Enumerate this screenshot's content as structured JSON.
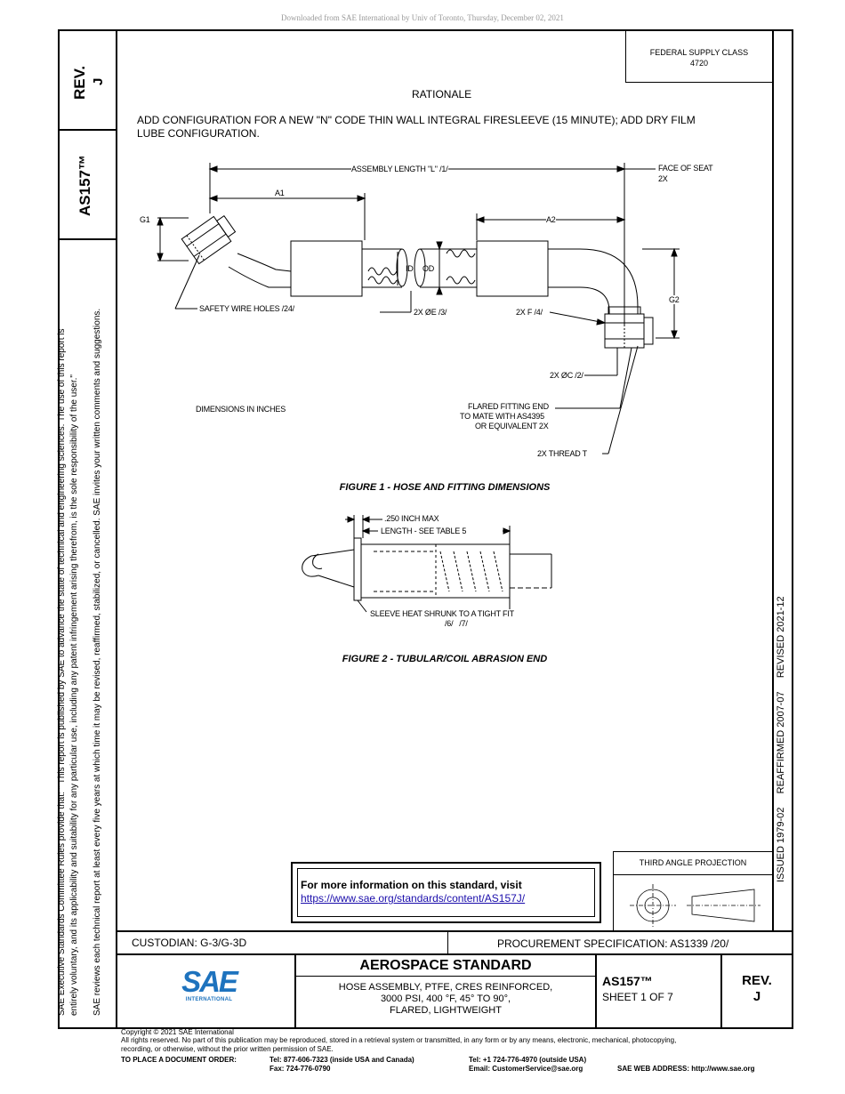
{
  "download_notice": "Downloaded from SAE International by Univ of Toronto, Thursday, December 02, 2021",
  "left_column": {
    "rev_label": "REV.",
    "rev_value": "J",
    "doc_number": "AS157™",
    "disclaimer_line1": "SAE Executive Standards Committee Rules provide that: \"  This report is published by SAE to advance the state of technical and engineering sciences. The use of this report is",
    "disclaimer_line2": "entirely voluntary, and its applicability and suitability for any particular use, including any patent infringement arising therefrom, is the sole responsibility of the user.\"",
    "disclaimer_line3": "SAE reviews each technical report at least every five years at which time it may be revised, reaffirmed, stabilized, or cancelled. SAE invites your written comments and suggestions."
  },
  "right_column": {
    "dates": "ISSUED 1979-02     REAFFIRMED 2007-07     REVISED 2021-12"
  },
  "federal_supply": {
    "line1": "FEDERAL SUPPLY CLASS",
    "line2": "4720"
  },
  "rationale": {
    "heading": "RATIONALE",
    "line1": "ADD CONFIGURATION FOR A NEW \"N\" CODE THIN WALL INTEGRAL FIRESLEEVE (15 MINUTE); ADD DRY FILM",
    "line2": "LUBE CONFIGURATION."
  },
  "figure1": {
    "assembly_length": "ASSEMBLY  LENGTH  \"L\"  /1/",
    "face_of_seat": "FACE OF SEAT",
    "face_of_seat_2x": "2X",
    "a1": "A1",
    "a2": "A2",
    "g1": "G1",
    "g2": "G2",
    "id": "ID",
    "od": "OD",
    "safety_wire": "SAFETY WIRE HOLES /24/",
    "dia_e": "2X ØE /3/",
    "f": "2X F /4/",
    "dia_c": "2X ØC /2/",
    "flared_1": "FLARED FITTING END",
    "flared_2": "TO MATE WITH AS4395",
    "flared_3": "OR EQUIVALENT 2X",
    "thread": "2X THREAD T",
    "dimensions": "DIMENSIONS  IN  INCHES",
    "caption": "FIGURE 1 - HOSE AND FITTING DIMENSIONS"
  },
  "figure2": {
    "max": ".250 INCH MAX",
    "length": "LENGTH - SEE TABLE 5",
    "sleeve": "SLEEVE HEAT SHRUNK TO A TIGHT FIT",
    "notes": "/6/   /7/",
    "caption": "FIGURE 2 - TUBULAR/COIL ABRASION END"
  },
  "info_box": {
    "text": "For more information on this standard, visit",
    "url": "https://www.sae.org/standards/content/AS157J/"
  },
  "projection": {
    "label": "THIRD ANGLE PROJECTION"
  },
  "title_block": {
    "custodian": "CUSTODIAN: G-3/G-3D",
    "procurement": "PROCUREMENT SPECIFICATION: AS1339 /20/",
    "logo_text": "SAE",
    "logo_sub": "INTERNATIONAL",
    "standard_type": "AEROSPACE STANDARD",
    "title_line1": "HOSE ASSEMBLY, PTFE, CRES REINFORCED,",
    "title_line2": "3000 PSI, 400 °F, 45° TO 90°,",
    "title_line3": "FLARED, LIGHTWEIGHT",
    "doc_number": "AS157™",
    "sheet": "SHEET 1 OF 7",
    "rev_label": "REV.",
    "rev_value": "J"
  },
  "footer": {
    "copyright": "Copyright © 2021 SAE International",
    "rights1": "All rights reserved. No part of this publication may be reproduced, stored in a retrieval system or transmitted, in any form or by any means, electronic, mechanical, photocopying,",
    "rights2": "recording, or otherwise, without the prior written permission of SAE.",
    "order_label": "TO PLACE A DOCUMENT ORDER:",
    "tel_usa": "Tel: 877-606-7323 (inside USA and Canada)",
    "fax": "Fax: 724-776-0790",
    "tel_intl": "Tel: +1 724-776-4970 (outside USA)",
    "email": "Email: CustomerService@sae.org",
    "web": "SAE WEB ADDRESS: http://www.sae.org"
  }
}
